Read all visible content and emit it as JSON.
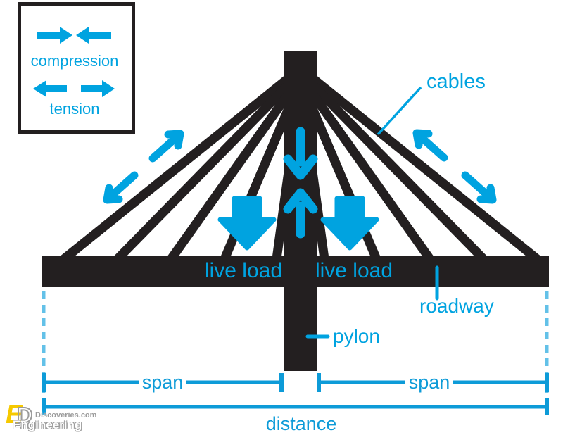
{
  "colors": {
    "accent": "#00A3E0",
    "measure": "#0D9BD8",
    "dashed": "#63C1E8",
    "ink": "#231F20",
    "wm_yellow": "#F6C900",
    "wm_gray": "#9B9B9B"
  },
  "legend": {
    "compression": "compression",
    "tension": "tension"
  },
  "labels": {
    "cables": "cables",
    "roadway": "roadway",
    "pylon": "pylon",
    "live_load_left": "live load",
    "live_load_right": "live load",
    "span_left": "span",
    "span_right": "span",
    "distance": "distance"
  },
  "watermark": {
    "logo_e": "E",
    "logo_d": "D",
    "site": "Discoveries.com",
    "brand": "Engineering"
  }
}
